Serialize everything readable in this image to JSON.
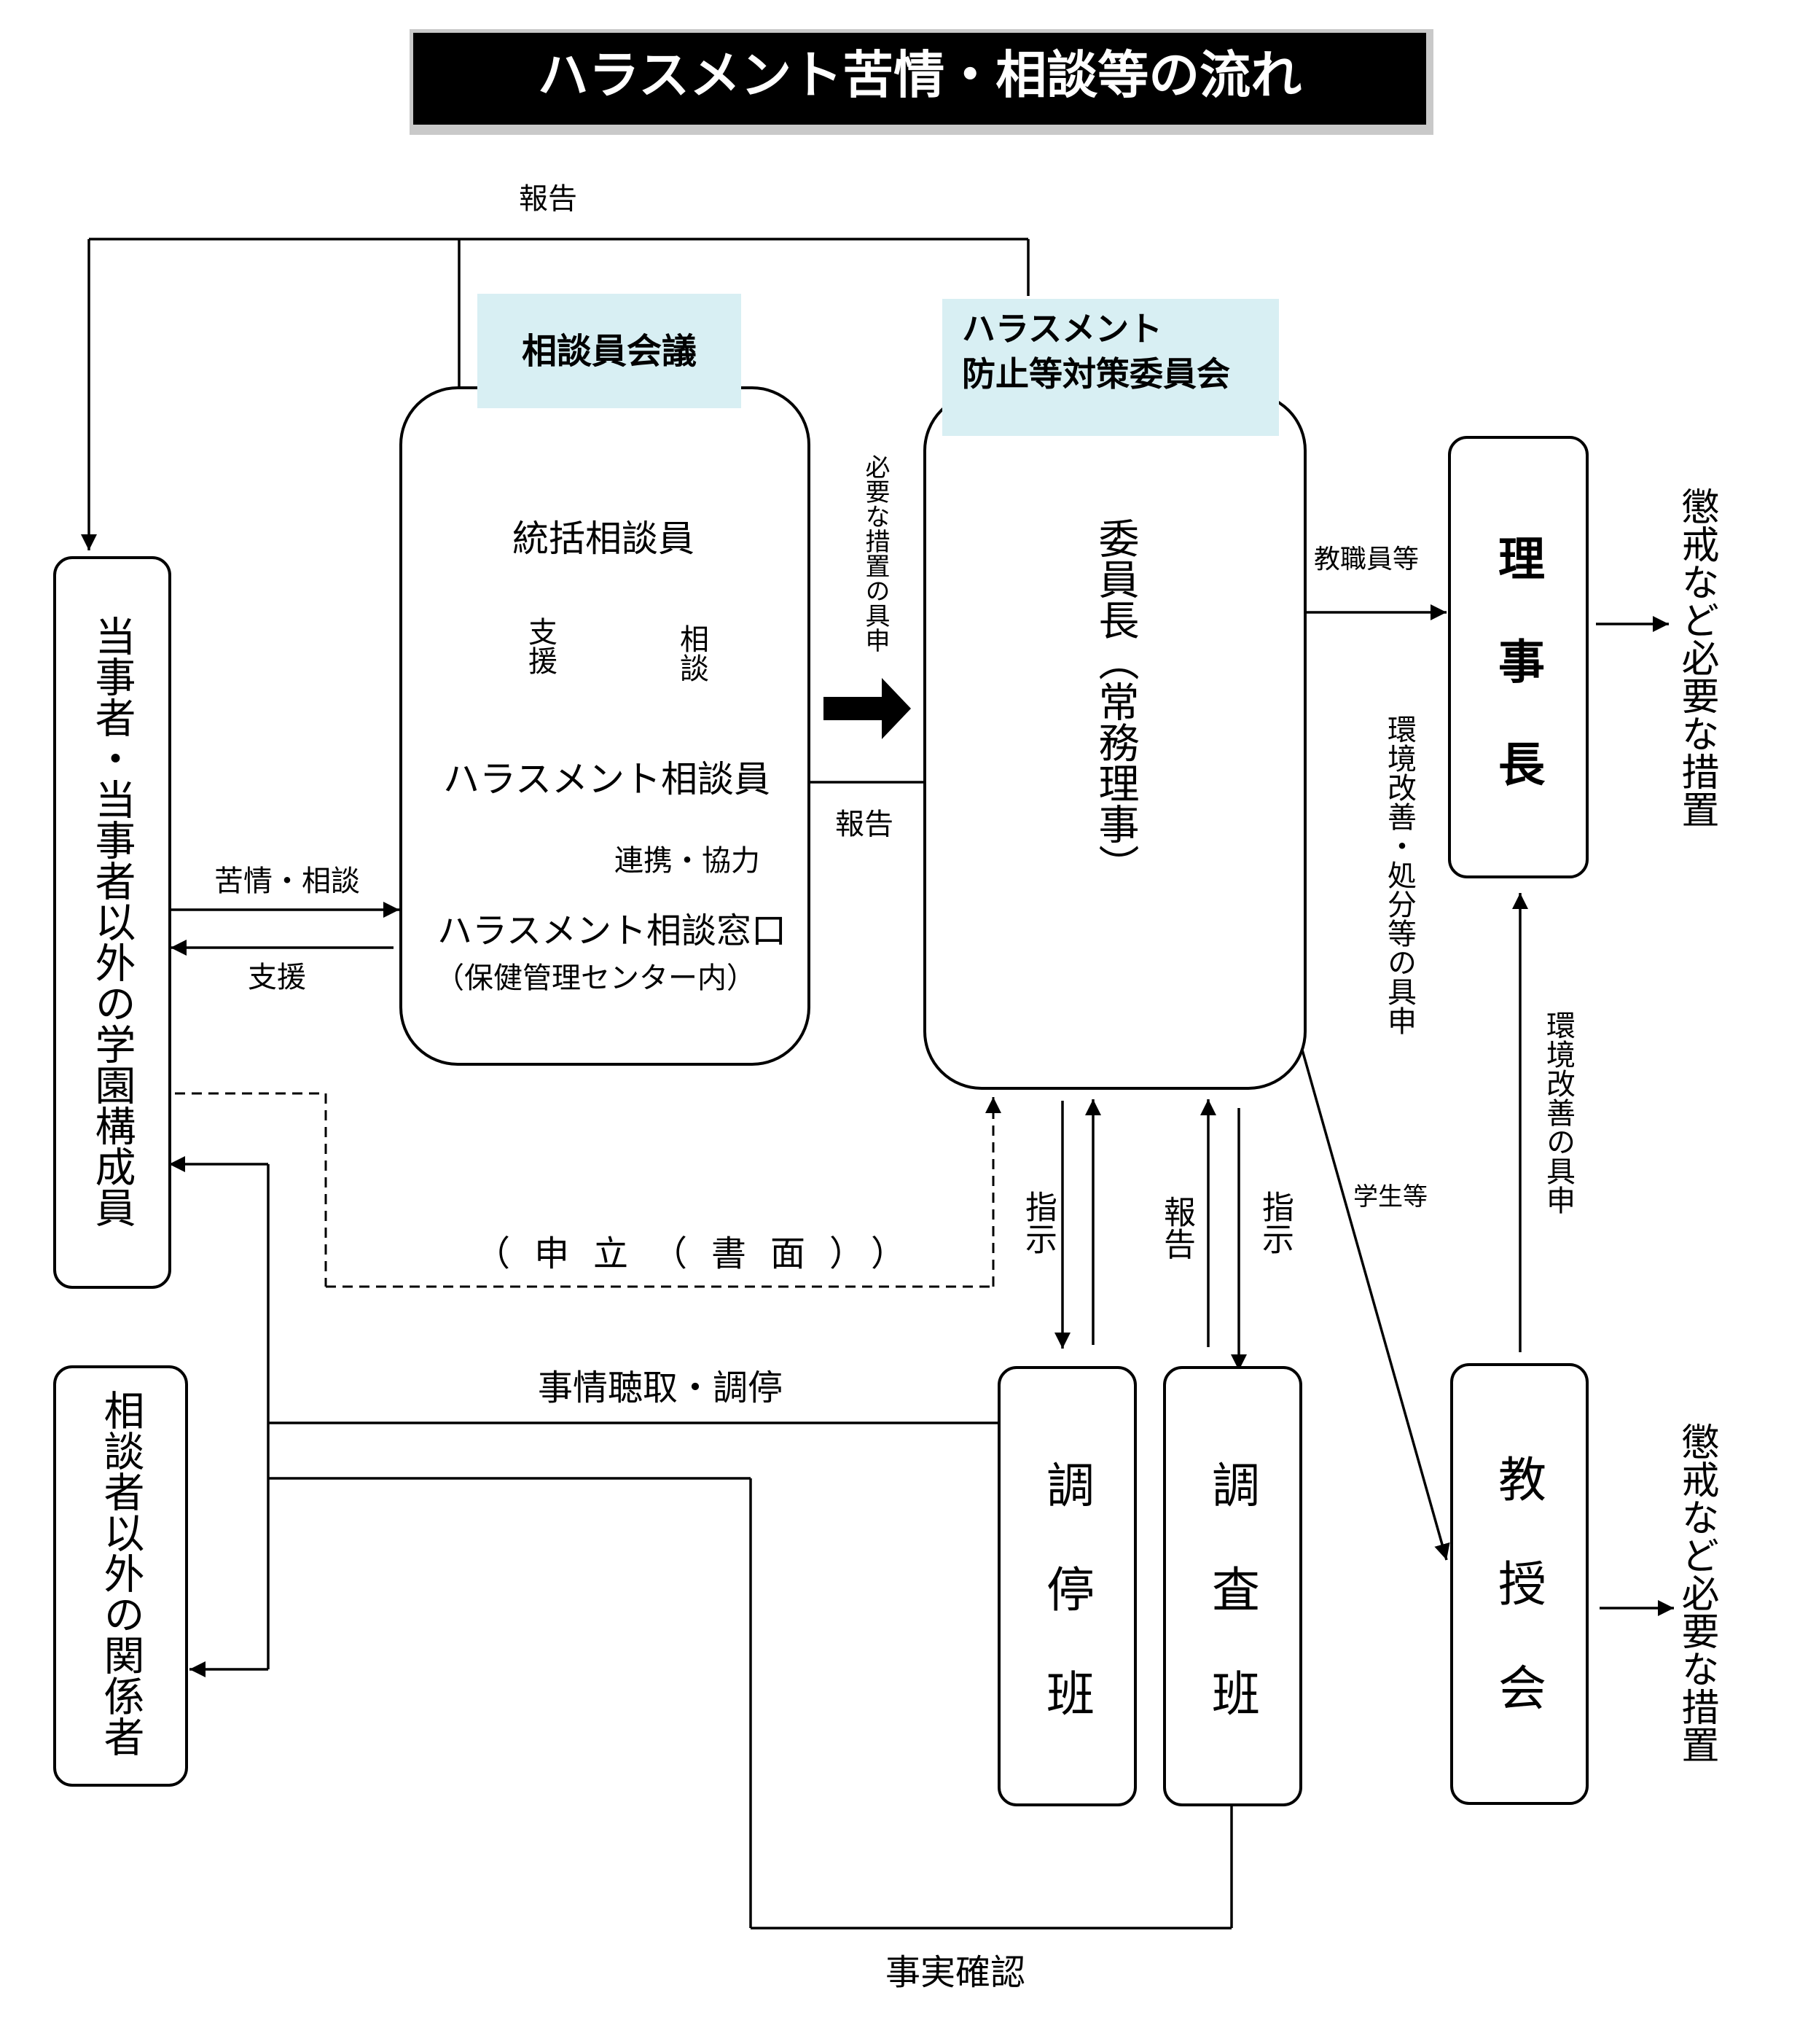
{
  "title": "ハラスメント苦情・相談等の流れ",
  "consult_meeting": {
    "label": "相談員会議",
    "chief_counselor": "統括相談員",
    "support_down": "支援",
    "consult_up": "相談",
    "harassment_counselor": "ハラスメント相談員",
    "cooperation": "連携・協力",
    "window": "ハラスメント相談窓口",
    "window_location": "（保健管理センター内）"
  },
  "committee": {
    "label_line1": "ハラスメント",
    "label_line2": "防止等対策委員会",
    "chair": "委員長（常務理事）"
  },
  "parties": {
    "main": "当事者・当事者以外の学園構成員",
    "other": "相談者以外の関係者"
  },
  "president": "理事長",
  "faculty_meeting": "教授会",
  "mediation_team": "調停班",
  "investigation_team": "調査班",
  "discipline_top": "懲戒など必要な措置",
  "discipline_bottom": "懲戒など必要な措置",
  "labels": {
    "report_top": "報告",
    "complaint": "苦情・相談",
    "support": "支援",
    "petition": "（申立（書面））",
    "necessary_measures": "必要な措置の具申",
    "report_mid": "報告",
    "staff": "教職員等",
    "improve_disposition": "環境改善・処分等の具申",
    "students": "学生等",
    "improve": "環境改善の具申",
    "instruct_1": "指示",
    "report_team": "報告",
    "instruct_2": "指示",
    "hearing": "事情聴取・調停",
    "fact_check": "事実確認"
  },
  "colors": {
    "title_bg": "#000000",
    "title_text": "#ffffff",
    "label_bg": "#d8eff3"
  }
}
